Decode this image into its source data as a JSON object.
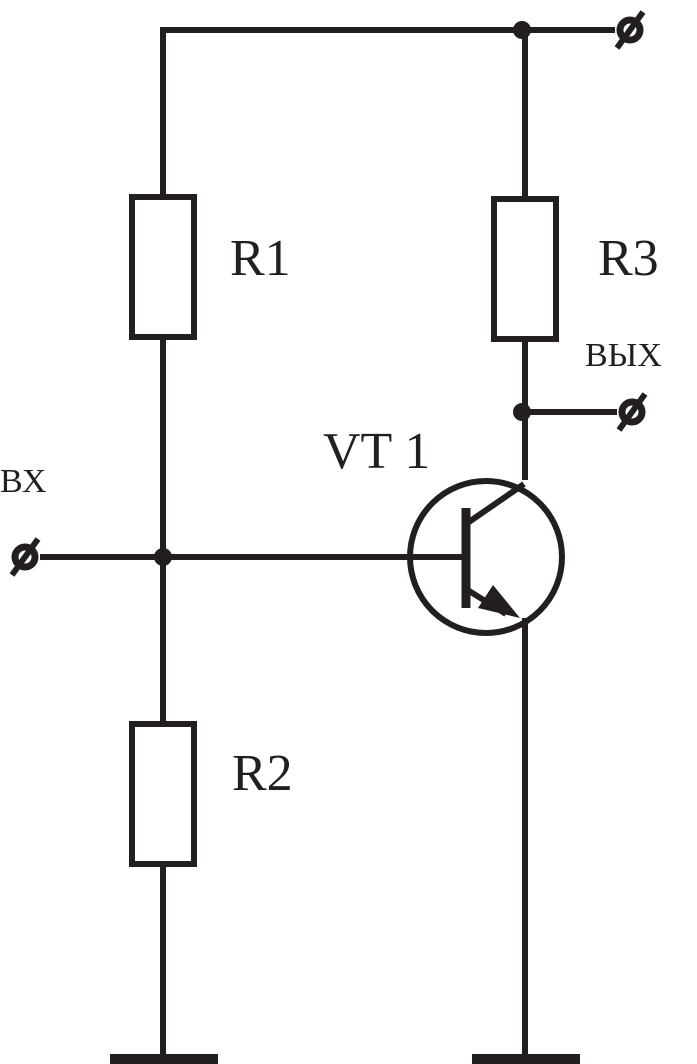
{
  "diagram": {
    "type": "circuit-schematic",
    "line_color": "#231f20",
    "background": "#ffffff",
    "components": {
      "r1": {
        "label": "R1",
        "kind": "resistor"
      },
      "r2": {
        "label": "R2",
        "kind": "resistor"
      },
      "r3": {
        "label": "R3",
        "kind": "resistor"
      },
      "vt1": {
        "label": "VT 1",
        "kind": "npn-transistor"
      }
    },
    "terminals": {
      "input": {
        "label": "ВХ",
        "symbol": "terminal-circle-slash"
      },
      "output": {
        "label": "ВЫХ",
        "symbol": "terminal-circle-slash"
      },
      "power": {
        "label": "",
        "symbol": "terminal-circle-slash"
      }
    }
  }
}
